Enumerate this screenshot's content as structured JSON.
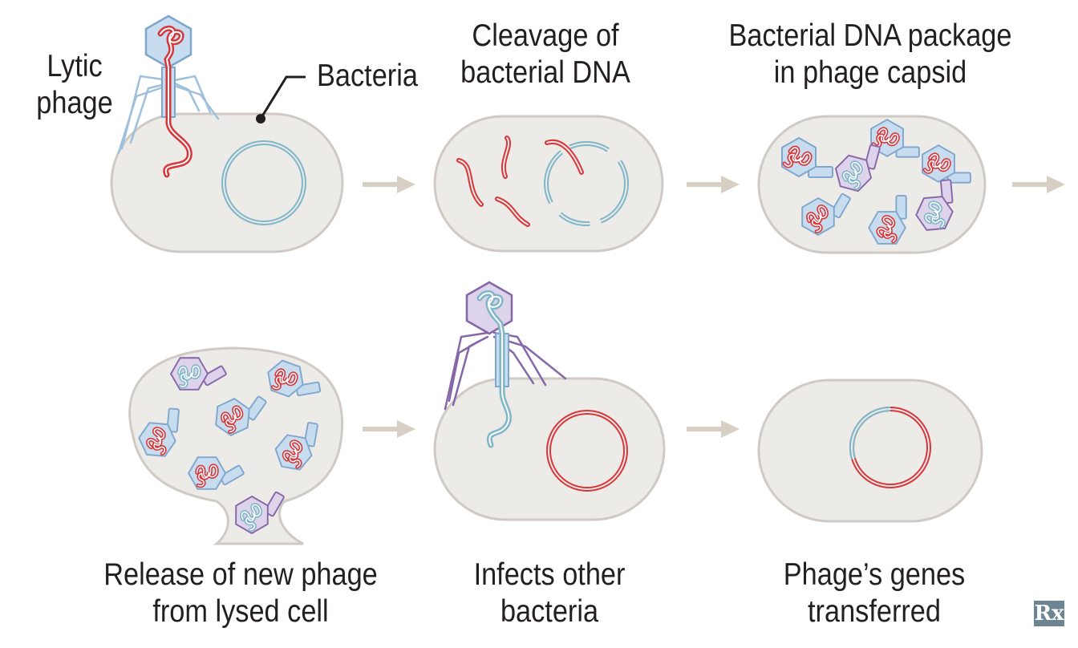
{
  "labels": {
    "lytic_phage": [
      "Lytic",
      "phage"
    ],
    "bacteria": "Bacteria",
    "cleavage": [
      "Cleavage of",
      "bacterial DNA"
    ],
    "package": [
      "Bacterial DNA package",
      "in phage capsid"
    ],
    "release": [
      "Release of new phage",
      "from lysed cell"
    ],
    "infects": [
      "Infects other",
      "bacteria"
    ],
    "transferred": [
      "Phage’s genes",
      "transferred"
    ]
  },
  "badge": "Rx",
  "colors": {
    "cell_fill": "#ecebe7",
    "cell_stroke": "#cfcbc4",
    "bacterial_dna": "#d8363a",
    "phage_dna": "#7fb6c9",
    "blue_capsid_fill": "#c8dcef",
    "blue_capsid_stroke": "#7fa7cd",
    "purple_capsid_fill": "#ddd3ea",
    "purple_capsid_stroke": "#8567a8",
    "arrow": "#d7cfc3",
    "text": "#231f20"
  },
  "icons": {
    "arrow": "right-arrow-icon",
    "phage": "bacteriophage-icon",
    "plasmid": "circular-dna-icon"
  }
}
